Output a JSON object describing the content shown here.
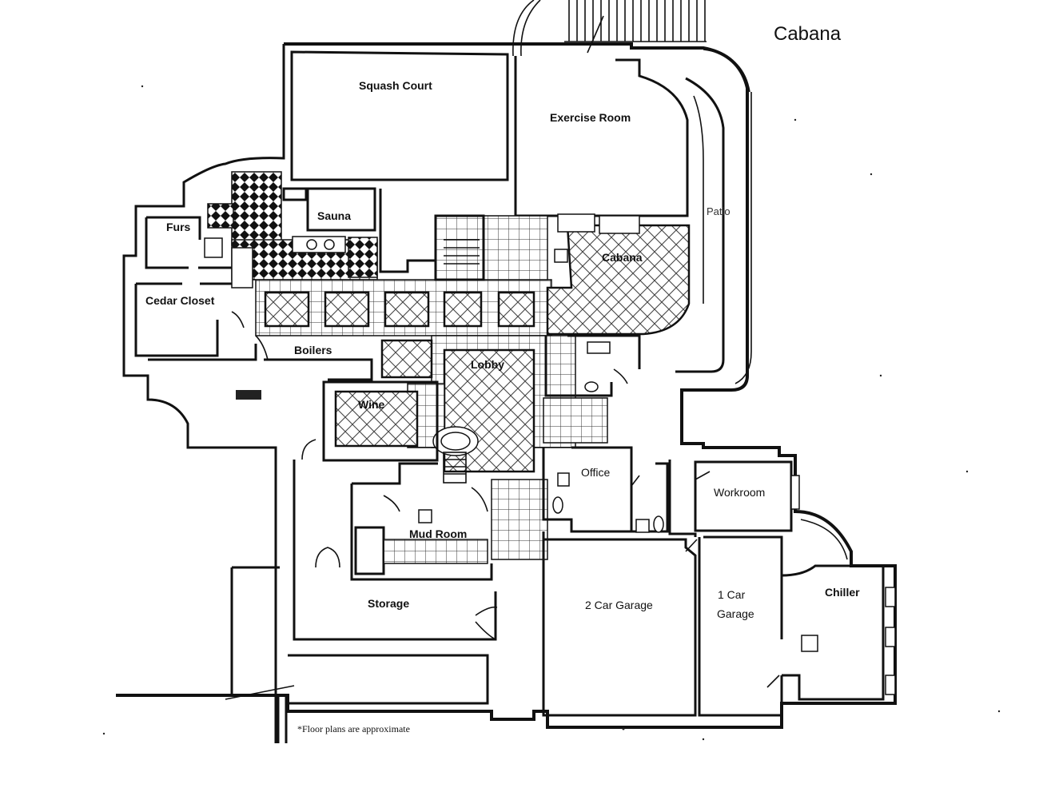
{
  "title": "Cabana",
  "note": "*Floor plans are approximate",
  "labels": {
    "squash_court": "Squash Court",
    "exercise_room": "Exercise Room",
    "patio": "Patio",
    "sauna": "Sauna",
    "furs": "Furs",
    "cabana": "Cabana",
    "cedar_closet": "Cedar Closet",
    "boilers": "Boilers",
    "lobby": "Lobby",
    "wine": "Wine",
    "office": "Office",
    "workroom": "Workroom",
    "mud_room": "Mud Room",
    "storage": "Storage",
    "two_car_garage": "2 Car Garage",
    "one_car_line1": "1 Car",
    "one_car_line2": "Garage",
    "chiller": "Chiller"
  }
}
